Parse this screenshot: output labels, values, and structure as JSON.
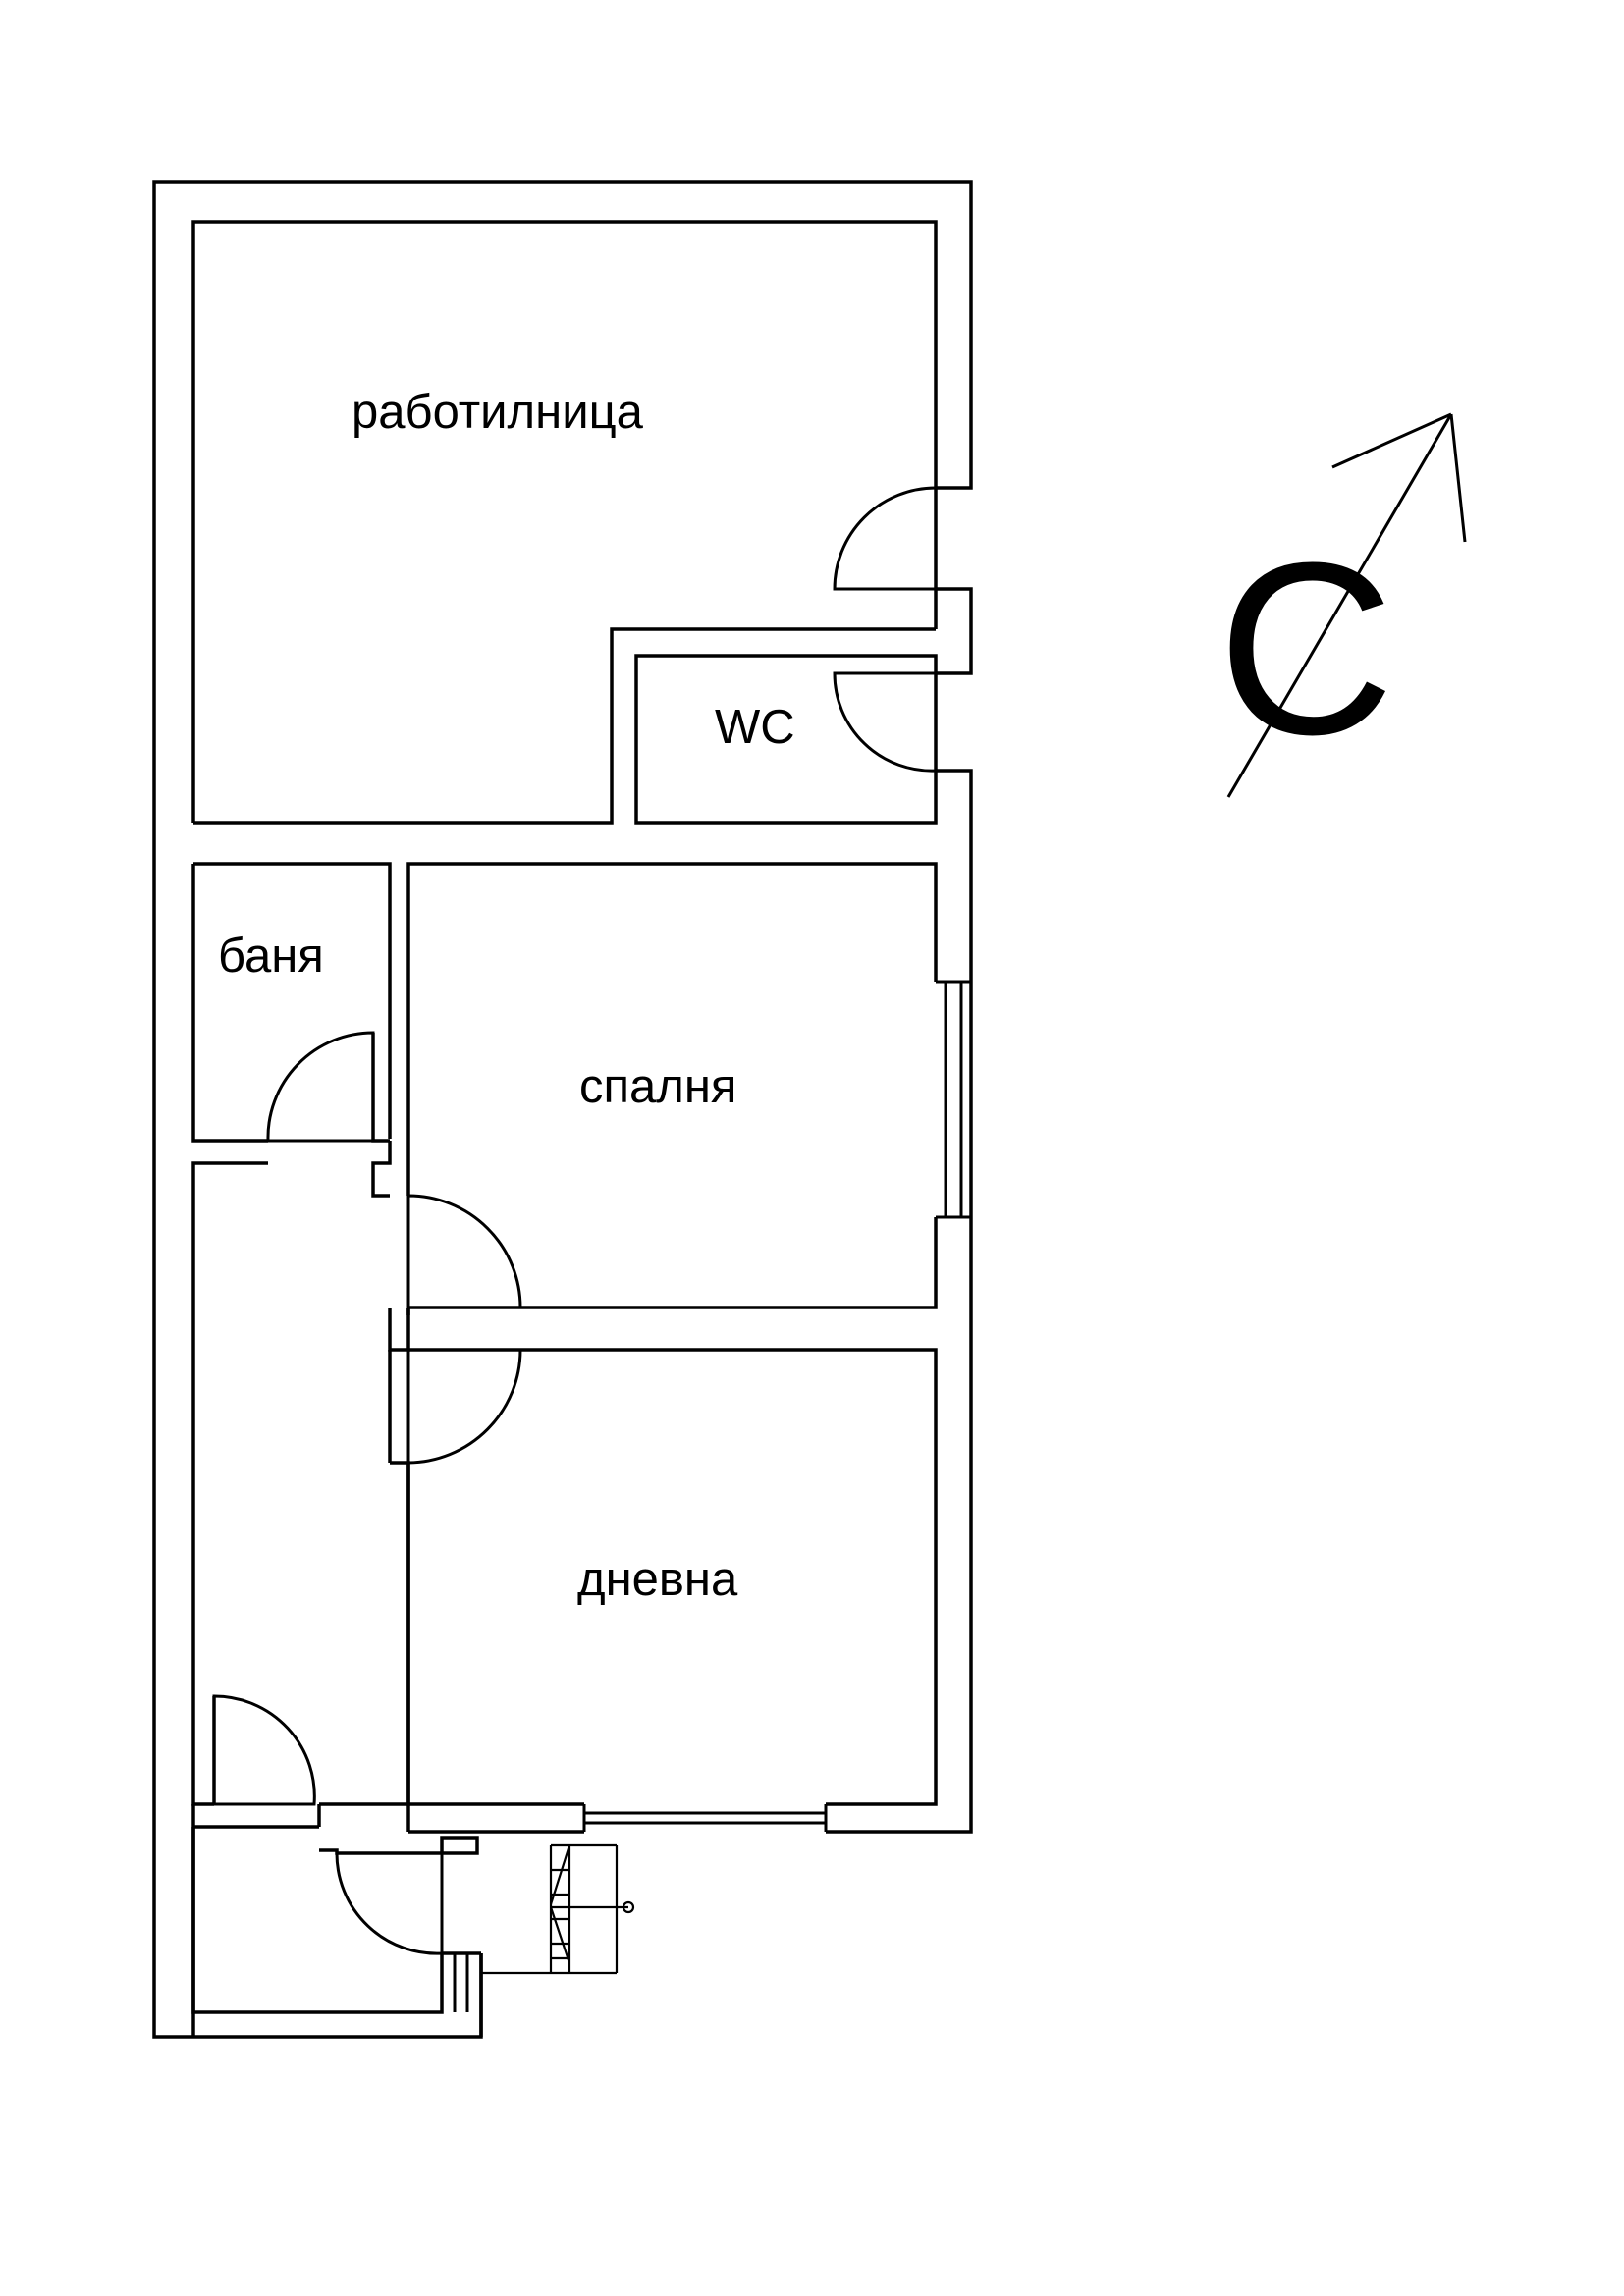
{
  "floor_plan": {
    "rooms": [
      {
        "id": "workshop",
        "label": "работилница"
      },
      {
        "id": "wc",
        "label": "WC"
      },
      {
        "id": "bathroom",
        "label": "баня"
      },
      {
        "id": "bedroom",
        "label": "спалня"
      },
      {
        "id": "living_room",
        "label": "дневна"
      }
    ]
  },
  "north_arrow": {
    "letter": "С",
    "icon": "north-arrow-icon"
  },
  "colors": {
    "line": "#000000",
    "background": "#ffffff"
  }
}
